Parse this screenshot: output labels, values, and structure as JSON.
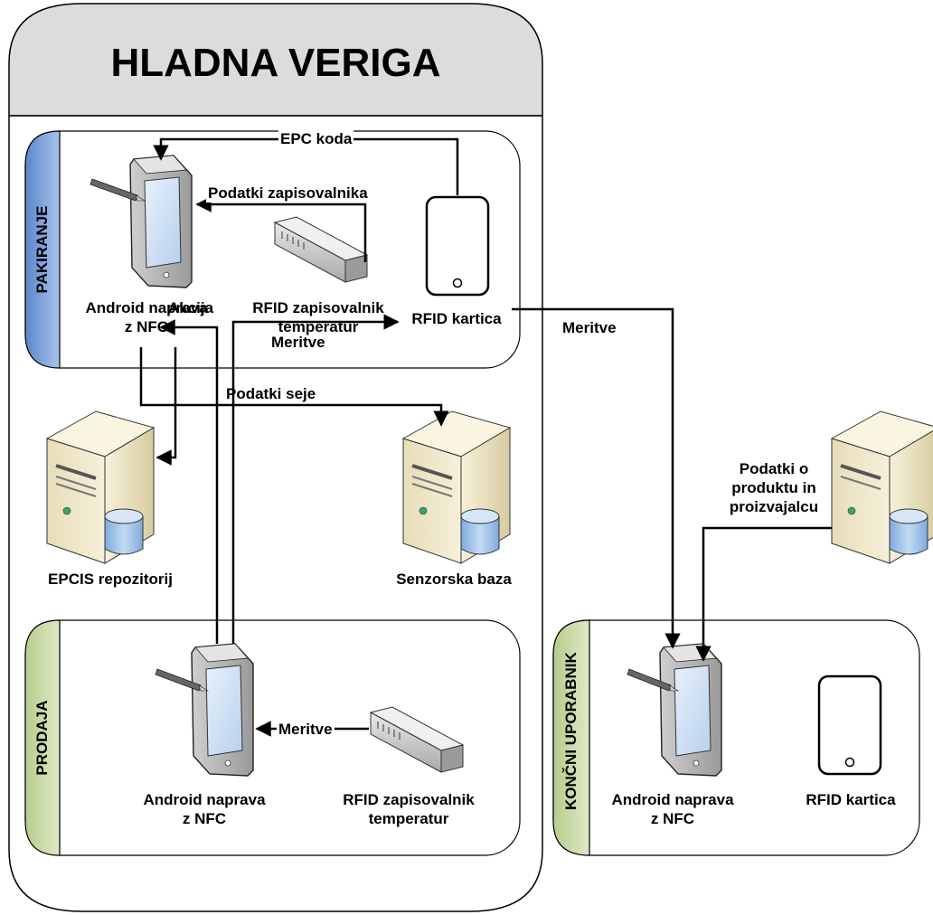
{
  "title": "HLADNA VERIGA",
  "sections": {
    "packaging": "PAKIRANJE",
    "sales": "PRODAJA",
    "end_user": "KONČNI UPORABNIK"
  },
  "packaging": {
    "device_label": [
      "Android naprava",
      "z NFC"
    ],
    "logger_label": [
      "RFID zapisovalnik",
      "temperatur"
    ],
    "card_label": "RFID kartica"
  },
  "sales": {
    "device_label": [
      "Android naprava",
      "z NFC"
    ],
    "logger_label": [
      "RFID zapisovalnik",
      "temperatur"
    ]
  },
  "end_user": {
    "device_label": [
      "Android naprava",
      "z NFC"
    ],
    "card_label": "RFID kartica"
  },
  "servers": {
    "epcis": "EPCIS repozitorij",
    "sensor": "Senzorska baza"
  },
  "flows": {
    "epc_code": "EPC koda",
    "logger_data": "Podatki zapisovalnika",
    "session_data": "Podatki seje",
    "action": "Akcija",
    "measurements_sensor": "Meritve",
    "measurements_enduser": "Meritve",
    "measurements_sales": "Meritve",
    "product_info": [
      "Podatki o",
      "produktu in",
      "proizvajalcu"
    ]
  },
  "colors": {
    "header_fill": "#dcdcdc",
    "packaging_tab": "#7aa0d8",
    "green_tab": "#c5d89e",
    "server_fill": "#efe6c4",
    "db_fill": "#9fc3e8",
    "screen_fill": "#c9def2"
  }
}
